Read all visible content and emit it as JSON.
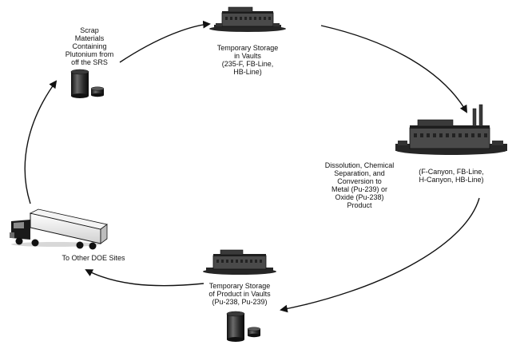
{
  "nodes": {
    "scrap": {
      "label_lines": [
        "Scrap",
        "Materials",
        "Containing",
        "Plutonium from",
        "off the SRS"
      ]
    },
    "vault_storage": {
      "label_lines": [
        "Temporary Storage",
        "in Vaults",
        "(235-F, FB-Line,",
        "HB-Line)"
      ]
    },
    "canyon": {
      "process_lines": [
        "Dissolution, Chemical",
        "Separation, and",
        "Conversion to",
        "Metal (Pu-239) or",
        "Oxide (Pu-238)",
        "Product"
      ],
      "facility_lines": [
        "(F-Canyon, FB-Line,",
        "H-Canyon, HB-Line)"
      ]
    },
    "product_storage": {
      "label_lines": [
        "Temporary Storage",
        "of Product in Vaults",
        "(Pu-238, Pu-239)"
      ]
    },
    "doe_sites": {
      "label_lines": [
        "To Other DOE Sites"
      ]
    }
  },
  "colors": {
    "ink": "#111111",
    "building": "#4a4a4a",
    "roof": "#1e1e1e",
    "ground": "#262626"
  }
}
